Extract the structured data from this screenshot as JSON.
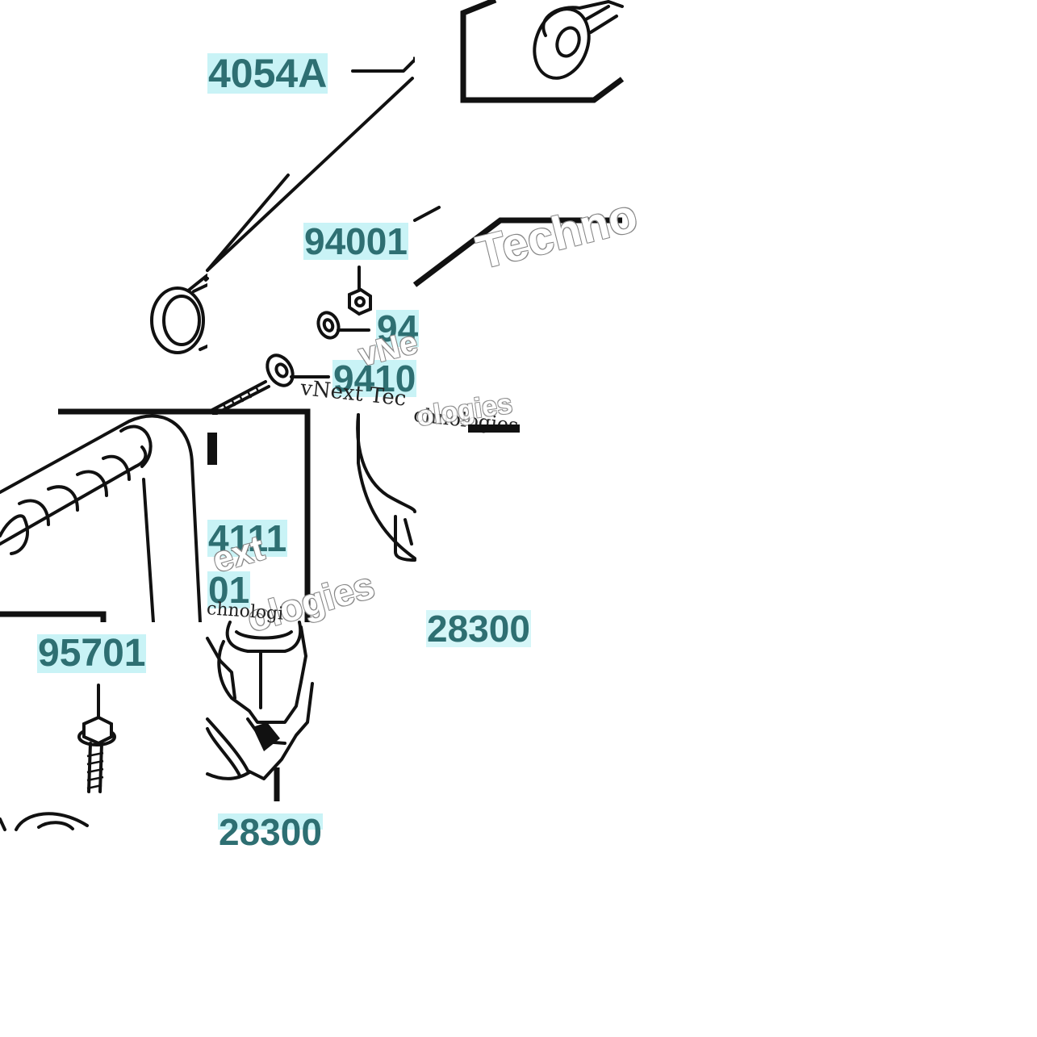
{
  "part_labels": {
    "p4054a": "4054A",
    "p94001": "94001",
    "p94_partial": "94",
    "p9410_partial": "9410",
    "p4111_partial": "4111",
    "p01_partial": "01",
    "p95701": "95701",
    "p28300_right": "28300",
    "p28300_bottom": "28300"
  },
  "watermark": {
    "technologies_partial": "Techno",
    "vnext_technologies_partial": "vNext Tec",
    "chnologies_partial": "chnologies",
    "ologies_partial": "ologies",
    "next_partial": "ext",
    "ologies_large": "ologies",
    "chnologies_small": "chnologi",
    "vne_partial": "vNe"
  },
  "colors": {
    "label_text": "#2e6f72",
    "label_background": "#c9f3f6",
    "line_art": "#111111",
    "background": "#ffffff"
  }
}
